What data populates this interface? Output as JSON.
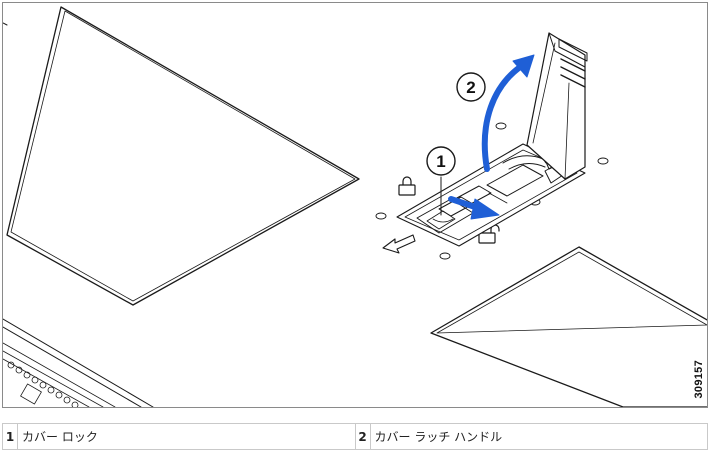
{
  "figure": {
    "figure_id": "309157",
    "callouts": [
      {
        "number": "1"
      },
      {
        "number": "2"
      }
    ],
    "colors": {
      "line": "#1a1a1a",
      "arrow": "#1f5fd6",
      "background": "#ffffff"
    }
  },
  "legend": [
    {
      "number": "1",
      "label": "カバー ロック"
    },
    {
      "number": "2",
      "label": "カバー ラッチ ハンドル"
    }
  ]
}
